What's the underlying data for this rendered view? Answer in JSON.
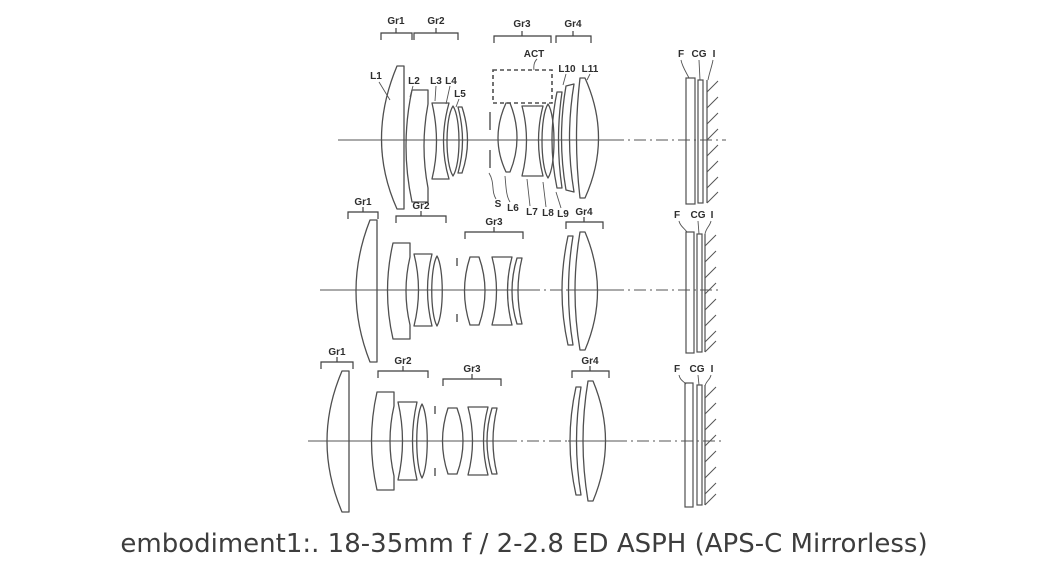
{
  "diagram": {
    "caption": "embodiment1:. 18-35mm f / 2-2.8 ED ASPH (APS-C Mirrorless)",
    "rows": [
      {
        "id": "position-1",
        "groups": [
          "Gr1",
          "Gr2",
          "Gr3",
          "Gr4"
        ],
        "act": "ACT",
        "stop": "S",
        "lenses": [
          "L1",
          "L2",
          "L3",
          "L4",
          "L5",
          "L6",
          "L7",
          "L8",
          "L9",
          "L10",
          "L11"
        ],
        "planes": [
          "F",
          "CG",
          "I"
        ]
      },
      {
        "id": "position-2",
        "groups": [
          "Gr1",
          "Gr2",
          "Gr3",
          "Gr4"
        ],
        "planes": [
          "F",
          "CG",
          "I"
        ]
      },
      {
        "id": "position-3",
        "groups": [
          "Gr1",
          "Gr2",
          "Gr3",
          "Gr4"
        ],
        "planes": [
          "F",
          "CG",
          "I"
        ]
      }
    ]
  },
  "colors": {
    "ink": "#4f4f4f",
    "label": "#2e2e2e",
    "caption_text": "#3d3d3d",
    "background": "#ffffff"
  }
}
